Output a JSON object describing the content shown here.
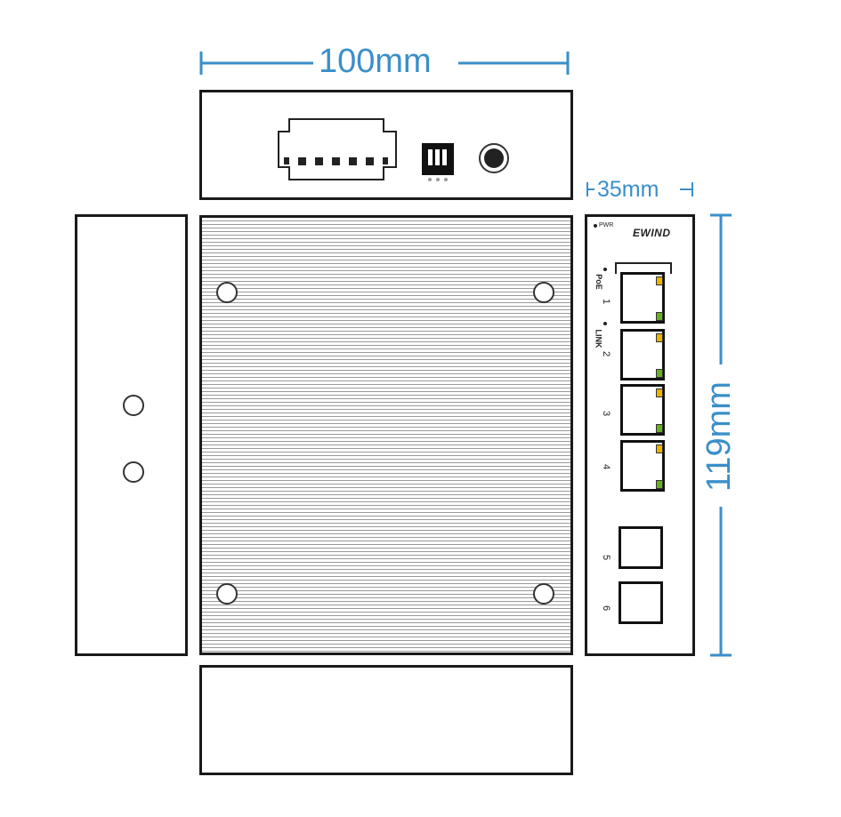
{
  "dimensions": {
    "width_label": "100mm",
    "depth_label": "35mm",
    "height_label": "119mm"
  },
  "front_panel": {
    "brand": "EWIND",
    "power_led_label": "PWR",
    "poe_led_label": "PoE",
    "link_led_label": "LINK",
    "ports": [
      "1",
      "2",
      "3",
      "4",
      "5",
      "6"
    ]
  },
  "colors": {
    "dimension_lines": "#3a8fc8",
    "outline": "#1a1a1a",
    "poe_led": "#e8b400",
    "link_led": "#6ab023"
  }
}
